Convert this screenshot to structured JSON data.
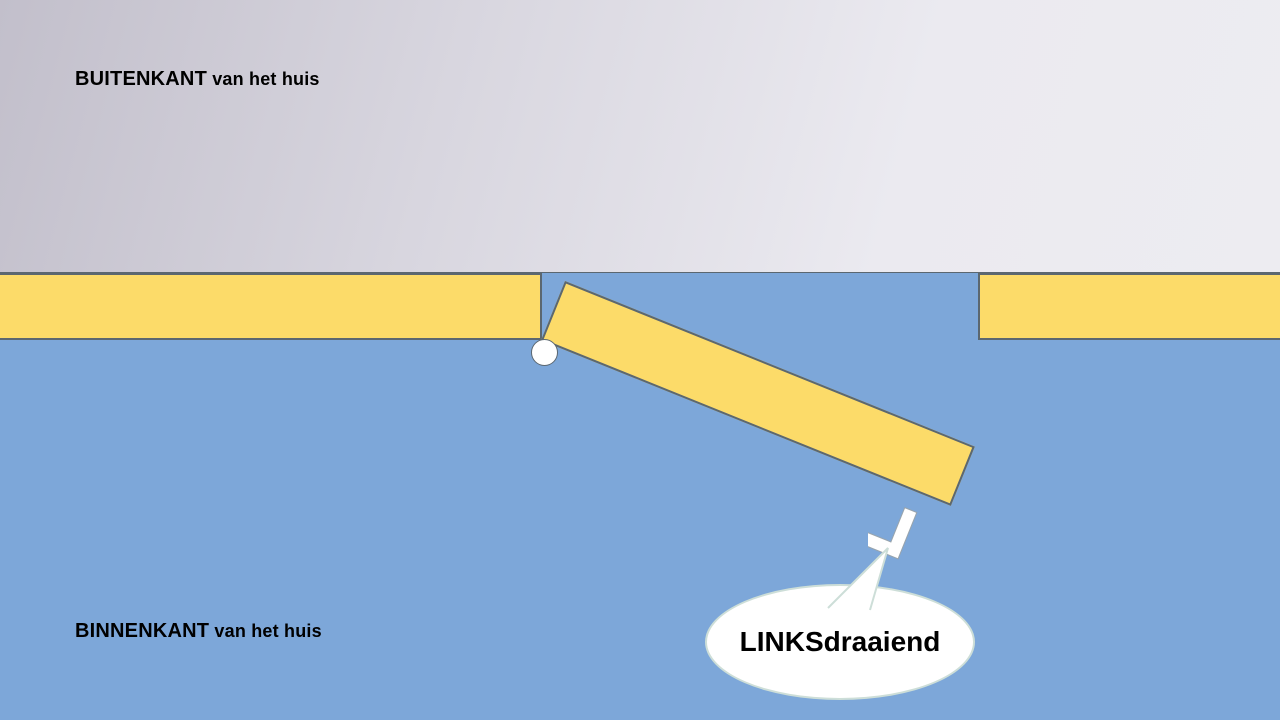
{
  "diagram": {
    "outside": {
      "label_strong": "BUITENKANT",
      "label_rest": " van het huis"
    },
    "inside": {
      "label_strong": "BINNENKANT",
      "label_rest": " van het huis"
    },
    "bubble": {
      "label": "LINKSdraaiend"
    }
  },
  "colors": {
    "inside_bg": "#7da7d9",
    "outside_grad_start": "#c2bfcb",
    "outside_grad_end": "#ebeaf0",
    "wall_fill": "#fcdb69",
    "wall_border": "#5b6770",
    "hinge_fill": "#ffffff",
    "bubble_fill": "#ffffff",
    "bubble_border": "#cdded8",
    "text_color": "#000000"
  }
}
